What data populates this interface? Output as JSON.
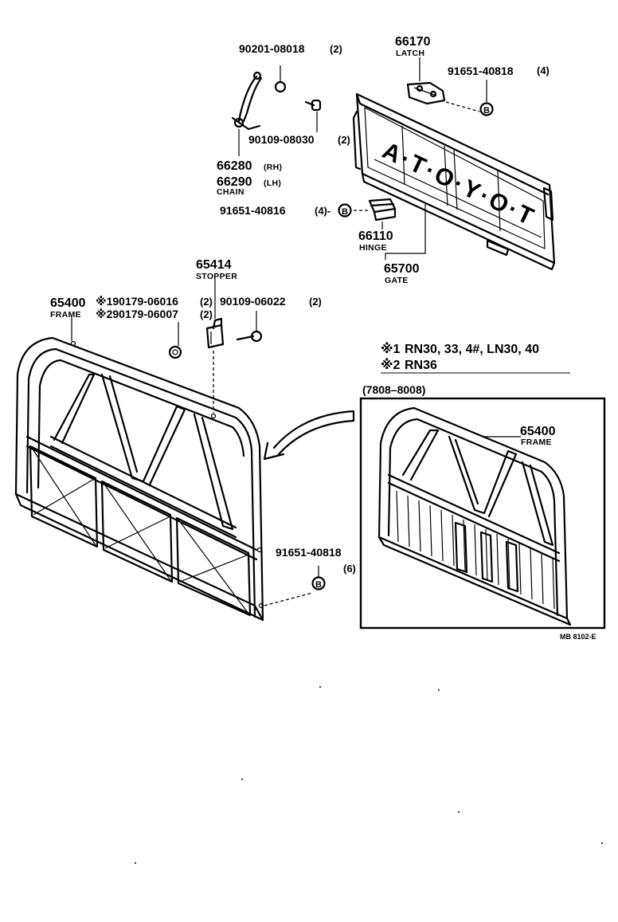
{
  "parts": {
    "nut": {
      "number": "90201-08018",
      "qty": "(2)"
    },
    "latch": {
      "number": "66170",
      "name": "LATCH"
    },
    "screw_latch": {
      "number": "91651-40818",
      "qty": "(4)"
    },
    "pin": {
      "number": "90109-08030",
      "qty": "(2)"
    },
    "chain_rh": {
      "number": "66280",
      "side": "(RH)"
    },
    "chain_lh": {
      "number": "66290",
      "side": "(LH)",
      "name": "CHAIN"
    },
    "screw_hinge": {
      "number": "91651-40816",
      "qty": "(4)-"
    },
    "hinge": {
      "number": "66110",
      "name": "HINGE"
    },
    "gate": {
      "number": "65700",
      "name": "GATE"
    },
    "stopper": {
      "number": "65414",
      "name": "STOPPER"
    },
    "frame": {
      "number": "65400",
      "name": "FRAME"
    },
    "nut_alt1": {
      "number": "※190179-06016",
      "qty": "(2)"
    },
    "nut_alt2": {
      "number": "※290179-06007",
      "qty": "(2)"
    },
    "bolt": {
      "number": "90109-06022",
      "qty": "(2)"
    },
    "screw_frame": {
      "number": "91651-40818",
      "qty": "(6)"
    },
    "frame_inset": {
      "number": "65400",
      "name": "FRAME"
    }
  },
  "markers": {
    "b": "B"
  },
  "gate_lettering": "A·T·O·Y·O·T",
  "notes": {
    "line1_mark": "※1",
    "line1": "RN30, 33, 4#, LN30, 40",
    "line2_mark": "※2",
    "line2": "RN36"
  },
  "inset": {
    "date_range": "(7808–8008)"
  },
  "drawing_code": "MB 8102-E"
}
